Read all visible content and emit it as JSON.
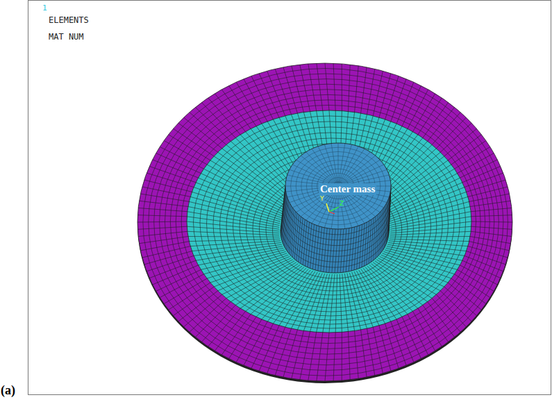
{
  "diagram": {
    "labels": [
      "1",
      "ELEMENTS",
      "MAT NUM",
      "Center mass",
      "Y",
      "Z",
      "(a)"
    ]
  }
}
